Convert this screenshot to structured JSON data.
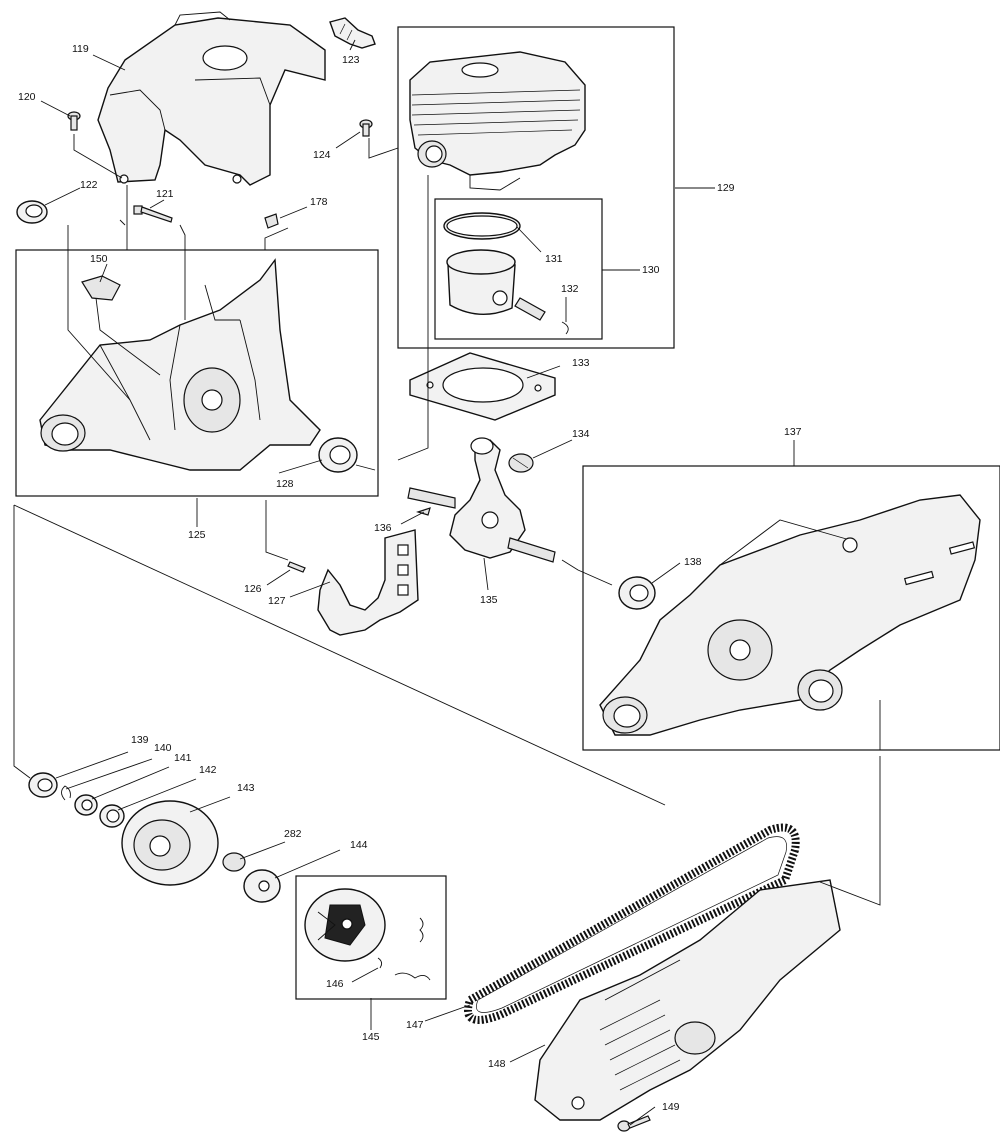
{
  "diagram": {
    "type": "exploded-parts-view",
    "callouts": {
      "p119": "119",
      "p120": "120",
      "p121": "121",
      "p122": "122",
      "p123": "123",
      "p124": "124",
      "p125": "125",
      "p126": "126",
      "p127": "127",
      "p128": "128",
      "p129": "129",
      "p130": "130",
      "p131": "131",
      "p132": "132",
      "p133": "133",
      "p134": "134",
      "p135": "135",
      "p136": "136",
      "p137": "137",
      "p138": "138",
      "p139": "139",
      "p140": "140",
      "p141": "141",
      "p142": "142",
      "p143": "143",
      "p144": "144",
      "p145": "145",
      "p146": "146",
      "p147": "147",
      "p148": "148",
      "p149": "149",
      "p150": "150",
      "p178": "178",
      "p282": "282"
    }
  }
}
